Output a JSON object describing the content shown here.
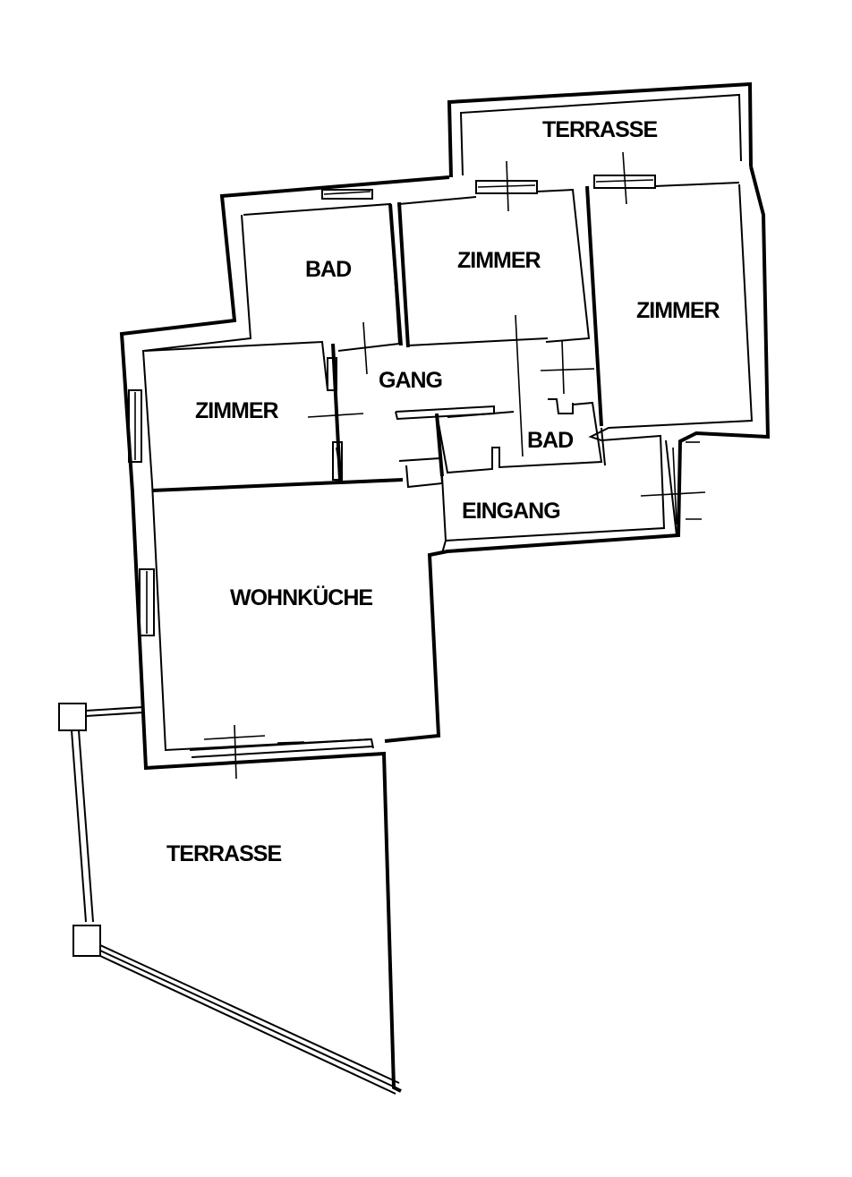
{
  "rooms": {
    "terrasse_top": "TERRASSE",
    "bad_top": "BAD",
    "zimmer_mid": "ZIMMER",
    "zimmer_right": "ZIMMER",
    "gang": "GANG",
    "zimmer_left": "ZIMMER",
    "bad_small": "BAD",
    "eingang": "EINGANG",
    "wohnkueche": "WOHNKÜCHE",
    "terrasse_bottom": "TERRASSE"
  },
  "colors": {
    "ink": "#000000",
    "paper": "#ffffff"
  }
}
